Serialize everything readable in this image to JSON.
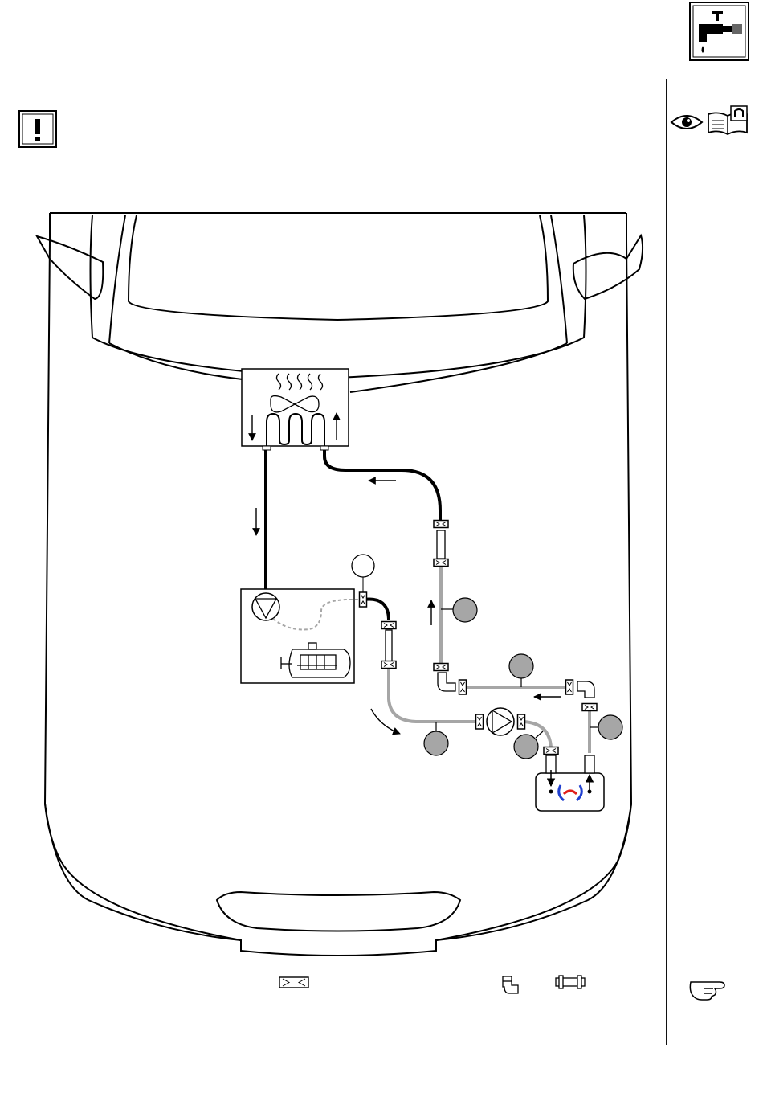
{
  "page": {
    "icons": [
      "water-tap-icon",
      "warning-exclamation-icon",
      "eye-icon",
      "manual-book-icon",
      "pointing-hand-icon"
    ]
  },
  "diagram": {
    "components": [
      "heater-matrix",
      "engine-coolant-pump-unit",
      "auxiliary-pump",
      "auxiliary-heater-unit",
      "hose-connector",
      "elbow-connector",
      "straight-connector"
    ],
    "colors": {
      "stroke": "#000000",
      "hose_engine": "#000000",
      "hose_auxiliary": "#a6a6a6",
      "callout_fill": "#a6a6a6",
      "heater_blue": "#1f3fd0",
      "heater_red": "#e0201c"
    },
    "flow_arrows": 10,
    "callouts": 6
  },
  "legend": {
    "items": [
      "hose-connector",
      "elbow-connector",
      "straight-connector"
    ]
  }
}
